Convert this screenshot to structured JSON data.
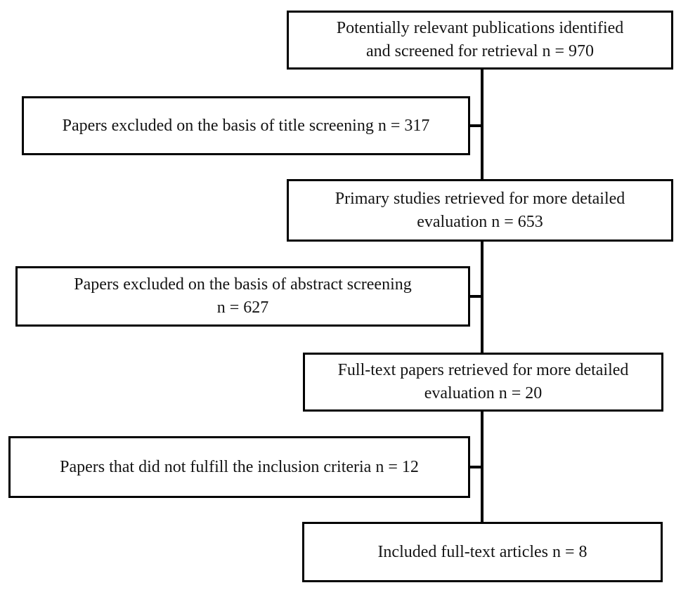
{
  "flowchart": {
    "colors": {
      "border": "#000000",
      "line": "#000000",
      "box_background": "#ffffff",
      "text": "#141414",
      "page_background": "#ffffff"
    },
    "boxes": [
      {
        "id": "identified",
        "lines": [
          "Potentially relevant publications identified",
          "and screened for retrieval n = 970"
        ],
        "n": 970
      },
      {
        "id": "excluded-title-screening",
        "lines": [
          "Papers excluded on the basis of title screening n = 317"
        ],
        "n": 317
      },
      {
        "id": "primary-studies-retrieved",
        "lines": [
          "Primary studies retrieved for more detailed",
          "evaluation n = 653"
        ],
        "n": 653
      },
      {
        "id": "excluded-abstract-screening",
        "lines": [
          "Papers excluded on the basis of abstract screening",
          "n = 627"
        ],
        "n": 627
      },
      {
        "id": "fulltext-retrieved",
        "lines": [
          "Full-text papers retrieved for more detailed",
          "evaluation n = 20"
        ],
        "n": 20
      },
      {
        "id": "did-not-fulfill-criteria",
        "lines": [
          "Papers that did not fulfill the inclusion criteria n = 12"
        ],
        "n": 12
      },
      {
        "id": "included-fulltext-articles",
        "lines": [
          "Included full-text articles n = 8"
        ],
        "n": 8
      }
    ]
  }
}
